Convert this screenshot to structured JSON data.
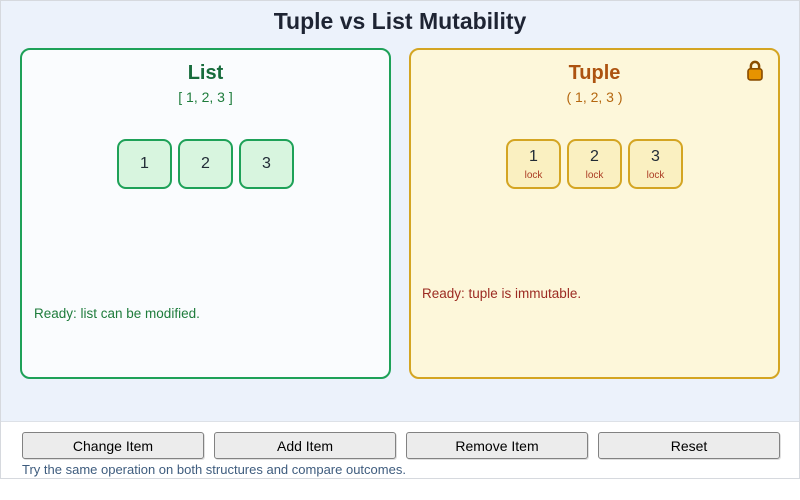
{
  "header": {
    "title": "Tuple vs List Mutability"
  },
  "list_panel": {
    "title": "List",
    "literal": "[ 1, 2, 3 ]",
    "items": [
      "1",
      "2",
      "3"
    ],
    "status": "Ready: list can be modified.",
    "colors": {
      "border": "#1ea158",
      "title": "#176c3c",
      "item_fill": "#d8f5df",
      "status": "#1e7c3c"
    }
  },
  "tuple_panel": {
    "title": "Tuple",
    "literal": "( 1, 2, 3 )",
    "items": [
      {
        "value": "1",
        "tag": "lock"
      },
      {
        "value": "2",
        "tag": "lock"
      },
      {
        "value": "3",
        "tag": "lock"
      }
    ],
    "status": "Ready: tuple is immutable.",
    "icon": "lock-icon",
    "colors": {
      "border": "#d4a522",
      "title": "#ad5310",
      "item_fill": "#faf0c1",
      "lock_tag": "#ab3d24",
      "status": "#9c2b22",
      "lock_icon": "#e79300"
    }
  },
  "controls": {
    "buttons": [
      {
        "label": "Change Item"
      },
      {
        "label": "Add Item"
      },
      {
        "label": "Remove Item"
      },
      {
        "label": "Reset"
      }
    ],
    "hint": "Try the same operation on both structures and compare outcomes."
  }
}
